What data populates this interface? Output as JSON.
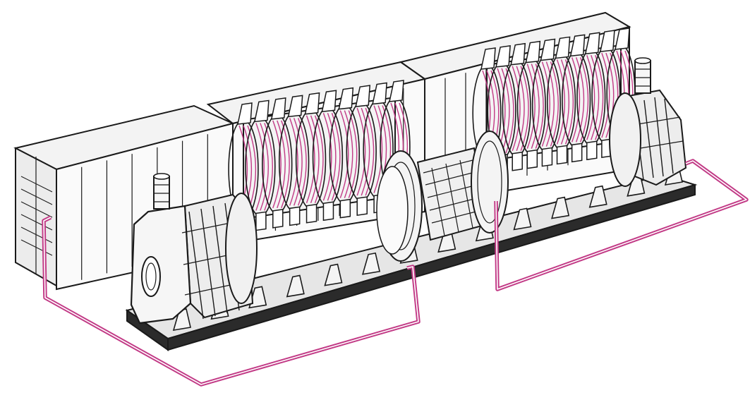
{
  "diagram": {
    "kind": "technical-illustration",
    "subject": "linear-machine-with-coil-modules-and-cabinets",
    "colors": {
      "background": "#ffffff",
      "line": "#1a1a1a",
      "cabinet_fill": "#fafafa",
      "cabinet_top": "#f3f3f3",
      "cabinet_side": "#ececec",
      "machine_fill": "#f4f4f4",
      "base_fill": "#2b2b2b",
      "cable": "#c23a86"
    },
    "components": [
      {
        "id": "cabinet-left",
        "icon": "electrical-cabinet-icon"
      },
      {
        "id": "cabinet-middle",
        "icon": "electrical-cabinet-icon"
      },
      {
        "id": "cabinet-right",
        "icon": "electrical-cabinet-icon"
      },
      {
        "id": "base-plate",
        "icon": "base-plate-icon"
      },
      {
        "id": "end-housing-left",
        "icon": "vacuum-pump-housing-icon"
      },
      {
        "id": "coil-section-left",
        "icon": "coil-assembly-icon"
      },
      {
        "id": "center-module",
        "icon": "magnet-module-icon"
      },
      {
        "id": "coil-section-right",
        "icon": "coil-assembly-icon"
      },
      {
        "id": "end-housing-right",
        "icon": "vacuum-pump-housing-icon"
      },
      {
        "id": "cable-left",
        "icon": "power-cable-icon"
      },
      {
        "id": "cable-right",
        "icon": "power-cable-icon"
      }
    ]
  }
}
